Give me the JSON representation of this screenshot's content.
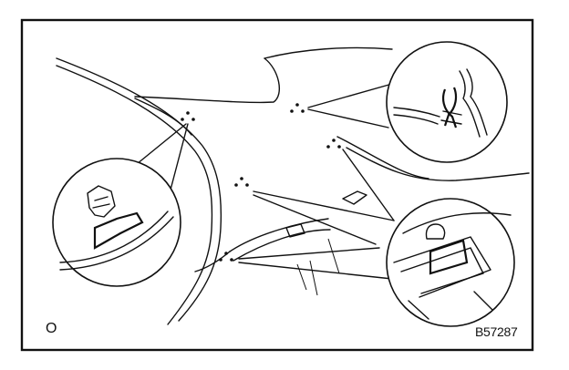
{
  "figure": {
    "corner_label": "O",
    "figure_code": "B57287",
    "marker_glyph": "∴",
    "callout_count": 5,
    "detail_views": [
      "upper-right-clip-detail",
      "left-clip-detail",
      "lower-right-clip-detail"
    ]
  },
  "colors": {
    "ink": "#111111",
    "paper": "#ffffff"
  }
}
